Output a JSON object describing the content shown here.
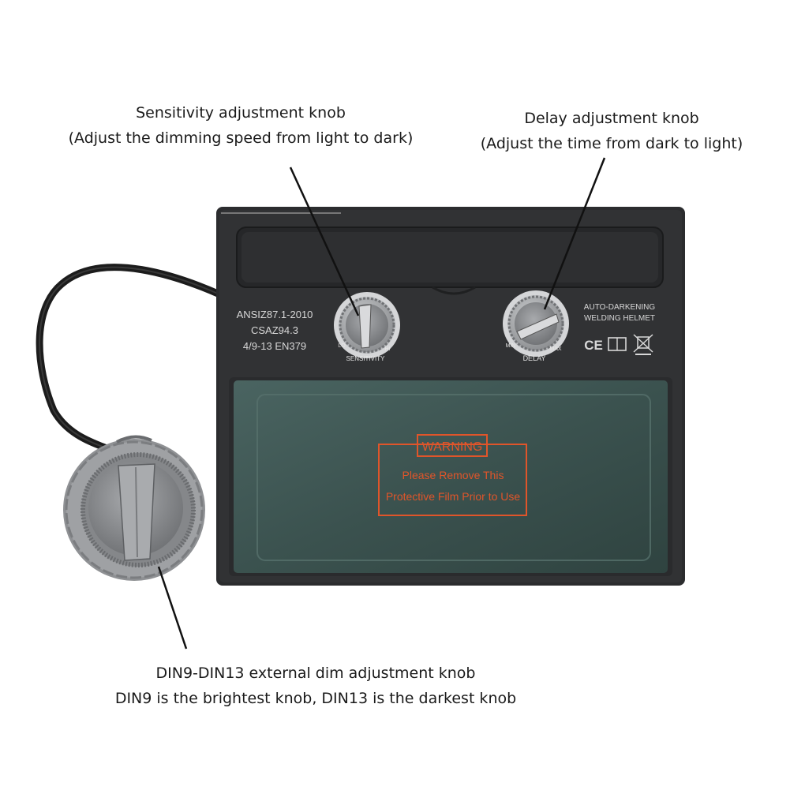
{
  "captions": {
    "sensitivity": {
      "line1": "Sensitivity adjustment knob",
      "line2": "(Adjust the dimming speed from light to dark)"
    },
    "delay": {
      "line1": "Delay adjustment knob",
      "line2": "(Adjust the time from dark to light)"
    },
    "din": {
      "line1": "DIN9-DIN13 external dim adjustment knob",
      "line2": "DIN9 is the brightest knob, DIN13 is the darkest knob"
    }
  },
  "panel": {
    "standards": [
      "ANSIZ87.1-2010",
      "CSAZ94.3",
      "4/9-13 EN379"
    ],
    "brand_line1": "AUTO-DARKENING",
    "brand_line2": "WELDING HELMET",
    "ce_mark": "CE",
    "knob_sensitivity": {
      "label": "SENSITIVITY",
      "min": "LO",
      "max": "HI"
    },
    "knob_delay": {
      "label": "DELAY",
      "min": "MIN",
      "max": "MAX"
    }
  },
  "warning": {
    "title": "WARNING",
    "line1": "Please Remove This",
    "line2": "Protective Film Prior to Use"
  },
  "colors": {
    "body": "#2b2c2e",
    "lens": "#3d5552",
    "warning": "#e0552a",
    "knob_gray": "#9a9c9f"
  },
  "icons": [
    "ce-mark",
    "manual-book-icon",
    "crossed-bin-icon"
  ]
}
